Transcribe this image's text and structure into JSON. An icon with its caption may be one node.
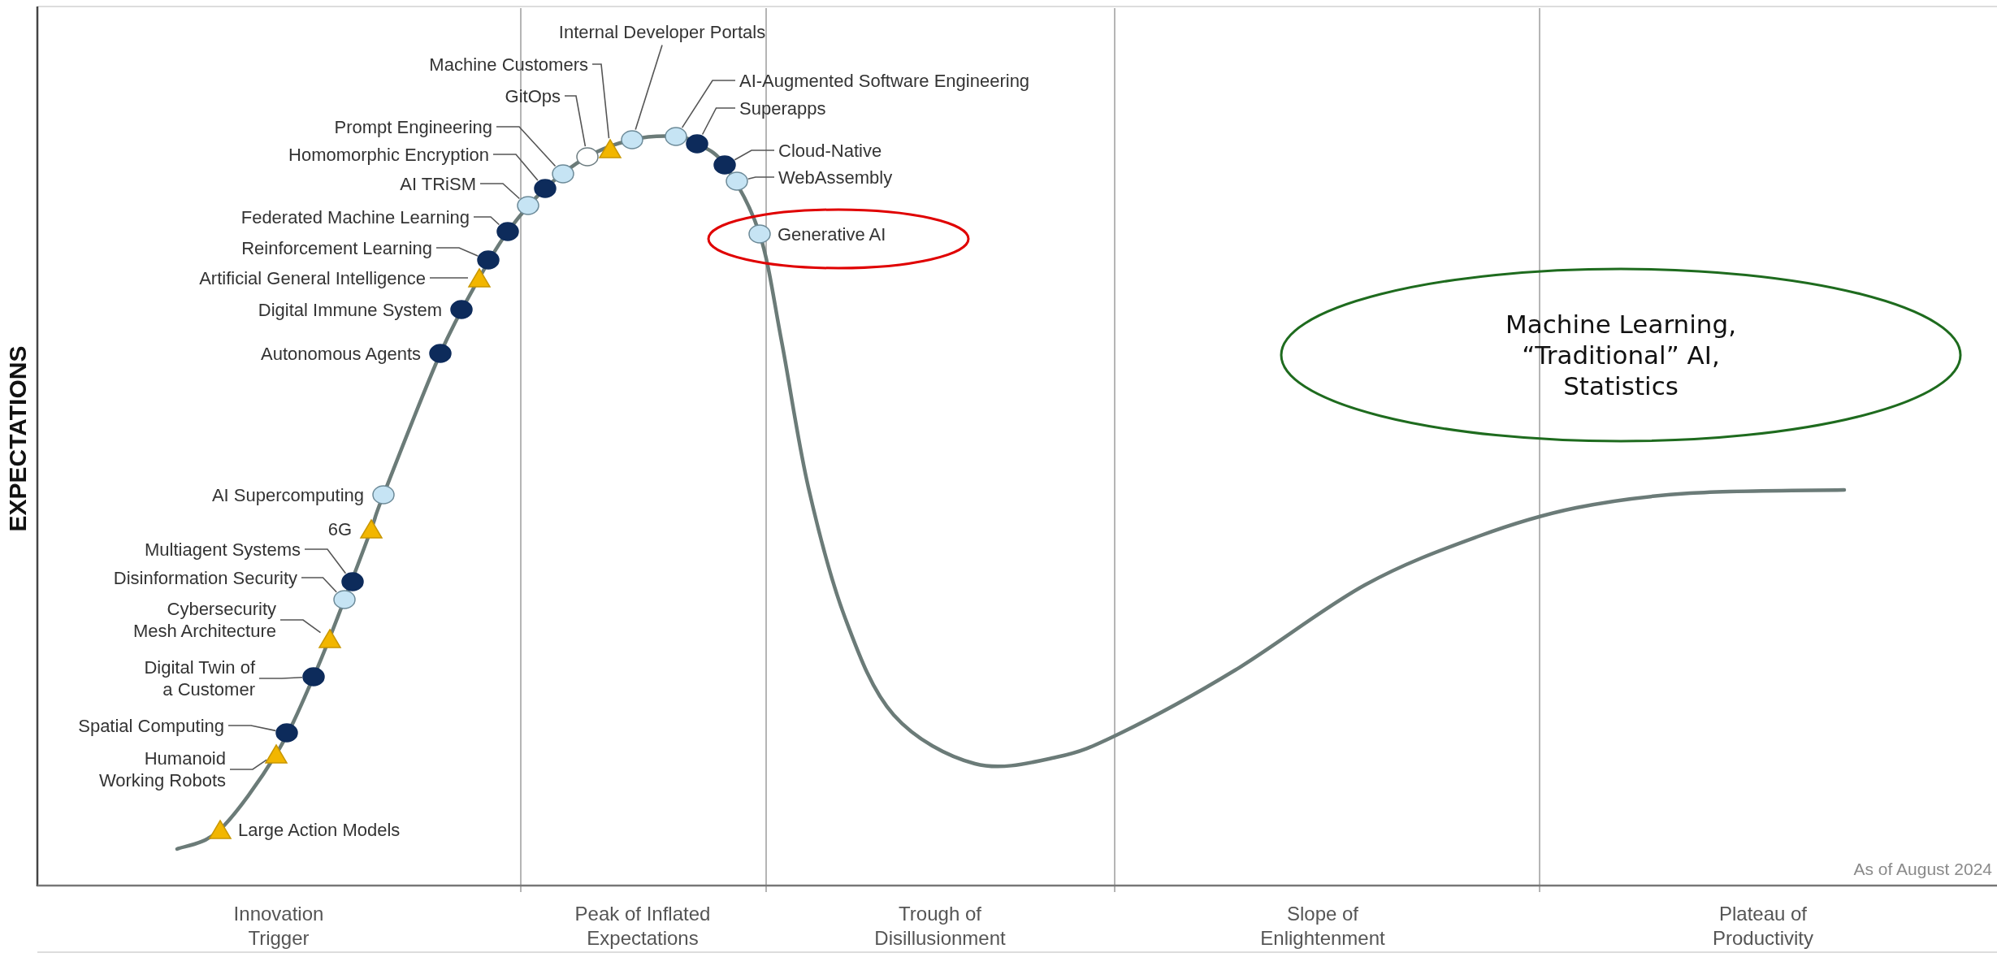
{
  "diagram": {
    "nodes": [
      {
        "text": [],
        "shape": "triangle",
        "beside": [
          "Large Action Models"
        ]
      },
      {
        "text": [
          "Humanoid Working Robots"
        ]
      },
      {
        "text": [],
        "shape": "triangle"
      },
      {
        "text": [
          "Spatial Computing"
        ]
      },
      {
        "text": [],
        "shape": "circle"
      },
      {
        "text": [
          "Digital Twin of a Customer"
        ]
      },
      {
        "text": [],
        "shape": "circle"
      },
      {
        "text": [
          "Cybersecurity Mesh Architecture"
        ]
      },
      {
        "text": [],
        "shape": "triangle"
      },
      {
        "text": [
          "Disinformation Security"
        ]
      },
      {
        "text": [],
        "shape": "circle"
      },
      {
        "text": [
          "Multiagent Systems"
        ]
      },
      {
        "text": [],
        "shape": "circle"
      },
      {
        "text": [],
        "shape": "triangle",
        "beside": [
          "6G"
        ]
      },
      {
        "text": [],
        "shape": "circle",
        "beside": [
          "AI Supercomputing"
        ]
      },
      {
        "text": [],
        "shape": "circle",
        "beside": [
          "Autonomous Agents"
        ]
      },
      {
        "text": [],
        "shape": "circle",
        "beside": [
          "Digital Immune System"
        ]
      },
      {
        "text": [
          "Artificial General Intelligence"
        ]
      },
      {
        "text": [],
        "shape": "triangle"
      },
      {
        "text": [
          "Reinforcement Learning"
        ]
      },
      {
        "text": [],
        "shape": "circle"
      },
      {
        "text": [
          "Federated Machine Learning"
        ]
      },
      {
        "text": [],
        "shape": "circle"
      },
      {
        "text": [
          "AI TRiSM"
        ]
      },
      {
        "text": [],
        "shape": "circle"
      },
      {
        "text": [
          "Homomorphic Encryption"
        ]
      },
      {
        "text": [],
        "shape": "circle"
      },
      {
        "text": [
          "Prompt Engineering"
        ]
      },
      {
        "text": [],
        "shape": "circle"
      },
      {
        "text": [
          "GitOps"
        ]
      },
      {
        "text": [],
        "shape": "circle"
      },
      {
        "text": [
          "Machine Customers"
        ]
      },
      {
        "text": [],
        "shape": "triangle"
      },
      {
        "text": [
          "Internal Developer Portals"
        ]
      },
      {
        "text": [],
        "shape": "circle"
      },
      {
        "text": [
          "AI-Augmented Software Engineering"
        ]
      },
      {
        "text": [],
        "shape": "circle"
      },
      {
        "text": [
          "Superapps"
        ]
      },
      {
        "text": [],
        "shape": "circle"
      },
      {
        "text": [
          "Cloud-Native"
        ]
      },
      {
        "text": [],
        "shape": "circle"
      },
      {
        "text": [
          "WebAssembly"
        ]
      },
      {
        "text": [],
        "shape": "circle"
      },
      {
        "text": [],
        "shape": "ellipse"
      },
      {
        "text": [],
        "shape": "circle",
        "in": 43,
        "beside": [
          "Generative AI"
        ]
      },
      {
        "text": [
          "Machine Learning, “Traditional” AI, Statistics"
        ]
      }
    ],
    "edges": [
      {
        "from": 1,
        "to": 2,
        "arrow": "none"
      },
      {
        "from": 3,
        "to": 4,
        "arrow": "none"
      },
      {
        "from": 5,
        "to": 6,
        "arrow": "none"
      },
      {
        "from": 7,
        "to": 8,
        "arrow": "none"
      },
      {
        "from": 9,
        "to": 10,
        "arrow": "none"
      },
      {
        "from": 11,
        "to": 12,
        "arrow": "none"
      },
      {
        "from": 17,
        "to": 18,
        "arrow": "none"
      },
      {
        "from": 19,
        "to": 20,
        "arrow": "none"
      },
      {
        "from": 21,
        "to": 22,
        "arrow": "none"
      },
      {
        "from": 23,
        "to": 24,
        "arrow": "none"
      },
      {
        "from": 25,
        "to": 26,
        "arrow": "none"
      },
      {
        "from": 27,
        "to": 28,
        "arrow": "none"
      },
      {
        "from": 29,
        "to": 30,
        "arrow": "none"
      },
      {
        "from": 31,
        "to": 32,
        "arrow": "none"
      },
      {
        "from": 33,
        "to": 34,
        "arrow": "none"
      },
      {
        "from": 35,
        "to": 36,
        "arrow": "none"
      },
      {
        "from": 37,
        "to": 38,
        "arrow": "none"
      },
      {
        "from": 39,
        "to": 40,
        "arrow": "none"
      },
      {
        "from": 41,
        "to": 42,
        "arrow": "none"
      }
    ],
    "labels": [
      "EXPECTATIONS",
      "As of August 2024",
      "Innovation Trigger",
      "Peak of Inflated Expectations",
      "Trough of Disillusionment",
      "Slope of Enlightenment",
      "Plateau of Productivity"
    ]
  }
}
